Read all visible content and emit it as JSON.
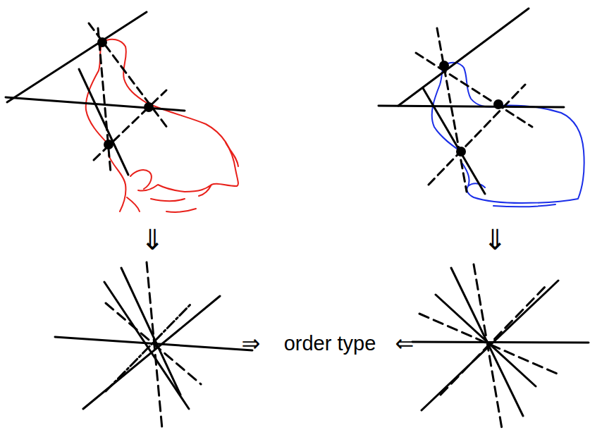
{
  "diagram": {
    "labels": [
      "⇓",
      "⇓",
      "⇒",
      "order type",
      "⇐"
    ]
  }
}
